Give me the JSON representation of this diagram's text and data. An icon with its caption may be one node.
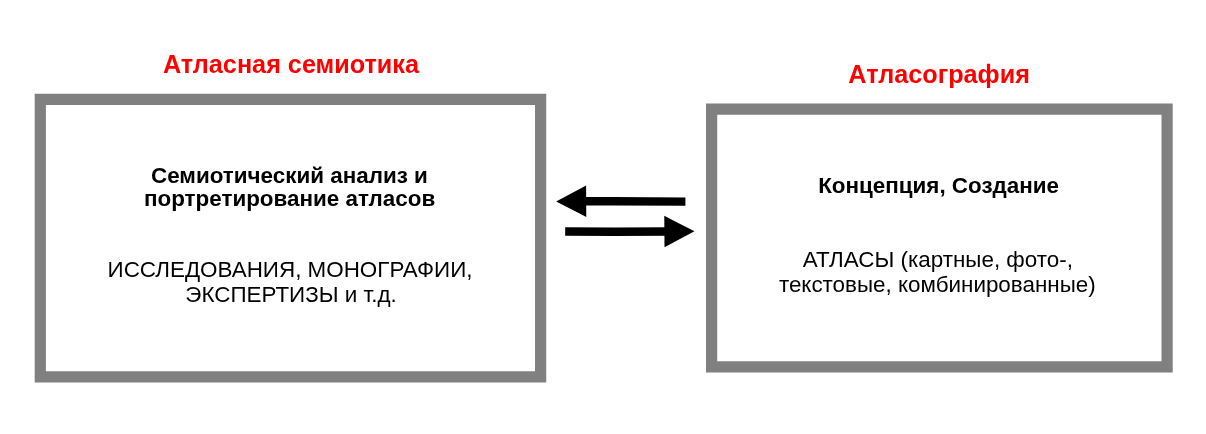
{
  "diagram": {
    "nodes": [
      {
        "text": [
          "Атласная семиотика",
          "Семиотический анализ и портретирование атласов",
          "ИССЛЕДОВАНИЯ, МОНОГРАФИИ, ЭКСПЕРТИЗЫ и т.д."
        ]
      },
      {
        "text": [
          "Атласография",
          "Концепция, Создание",
          "АТЛАСЫ (картные, фото-, текстовые, комбинированные)"
        ]
      }
    ],
    "edges": [
      {
        "from": 0,
        "to": 1,
        "arrow": "to"
      },
      {
        "from": 1,
        "to": 0,
        "arrow": "to"
      }
    ]
  }
}
